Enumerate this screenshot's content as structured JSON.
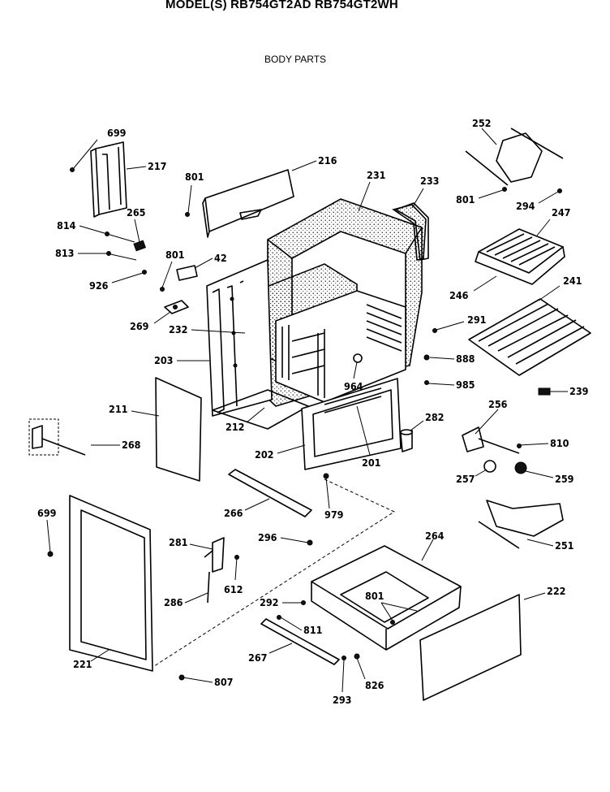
{
  "header": {
    "model_line": "MODEL(S) RB754GT2AD  RB754GT2WH",
    "section_title": "BODY PARTS"
  },
  "callouts": [
    {
      "id": "c699a",
      "label": "699"
    },
    {
      "id": "c217",
      "label": "217"
    },
    {
      "id": "c216",
      "label": "216"
    },
    {
      "id": "c801a",
      "label": "801"
    },
    {
      "id": "c231",
      "label": "231"
    },
    {
      "id": "c233",
      "label": "233"
    },
    {
      "id": "c252",
      "label": "252"
    },
    {
      "id": "c801b",
      "label": "801"
    },
    {
      "id": "c294",
      "label": "294"
    },
    {
      "id": "c247",
      "label": "247"
    },
    {
      "id": "c265",
      "label": "265"
    },
    {
      "id": "c814",
      "label": "814"
    },
    {
      "id": "c813",
      "label": "813"
    },
    {
      "id": "c801c",
      "label": "801"
    },
    {
      "id": "c42",
      "label": "42"
    },
    {
      "id": "c926",
      "label": "926"
    },
    {
      "id": "c246",
      "label": "246"
    },
    {
      "id": "c241",
      "label": "241"
    },
    {
      "id": "c269",
      "label": "269"
    },
    {
      "id": "c232",
      "label": "232"
    },
    {
      "id": "c291",
      "label": "291"
    },
    {
      "id": "c888",
      "label": "888"
    },
    {
      "id": "c203",
      "label": "203"
    },
    {
      "id": "c964",
      "label": "964"
    },
    {
      "id": "c985",
      "label": "985"
    },
    {
      "id": "c239",
      "label": "239"
    },
    {
      "id": "c211",
      "label": "211"
    },
    {
      "id": "c256",
      "label": "256"
    },
    {
      "id": "c212",
      "label": "212"
    },
    {
      "id": "c282",
      "label": "282"
    },
    {
      "id": "c268",
      "label": "268"
    },
    {
      "id": "c810",
      "label": "810"
    },
    {
      "id": "c202",
      "label": "202"
    },
    {
      "id": "c201",
      "label": "201"
    },
    {
      "id": "c257",
      "label": "257"
    },
    {
      "id": "c259",
      "label": "259"
    },
    {
      "id": "c266",
      "label": "266"
    },
    {
      "id": "c979",
      "label": "979"
    },
    {
      "id": "c699b",
      "label": "699"
    },
    {
      "id": "c296",
      "label": "296"
    },
    {
      "id": "c264",
      "label": "264"
    },
    {
      "id": "c251",
      "label": "251"
    },
    {
      "id": "c281",
      "label": "281"
    },
    {
      "id": "c612",
      "label": "612"
    },
    {
      "id": "c222",
      "label": "222"
    },
    {
      "id": "c292",
      "label": "292"
    },
    {
      "id": "c801d",
      "label": "801"
    },
    {
      "id": "c286",
      "label": "286"
    },
    {
      "id": "c811",
      "label": "811"
    },
    {
      "id": "c267",
      "label": "267"
    },
    {
      "id": "c221",
      "label": "221"
    },
    {
      "id": "c807",
      "label": "807"
    },
    {
      "id": "c826",
      "label": "826"
    },
    {
      "id": "c293",
      "label": "293"
    }
  ]
}
